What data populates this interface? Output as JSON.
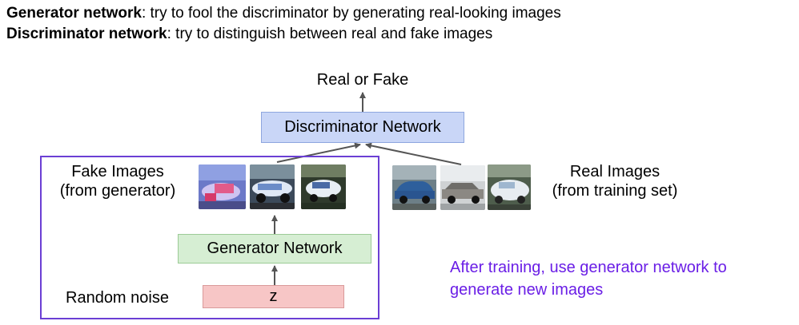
{
  "header": {
    "line1_bold": "Generator network",
    "line1_rest": ": try to fool the discriminator by generating real-looking images",
    "line2_bold": "Discriminator network",
    "line2_rest": ": try to distinguish between real and fake images"
  },
  "diagram": {
    "output_label": "Real or Fake",
    "discriminator_label": "Discriminator Network",
    "fake_images_line1": "Fake Images",
    "fake_images_line2": "(from generator)",
    "real_images_line1": "Real Images",
    "real_images_line2": "(from training set)",
    "generator_label": "Generator Network",
    "noise_label": "Random noise",
    "z_label": "z",
    "after_training_line1": "After training, use generator network to",
    "after_training_line2": "generate new images"
  },
  "colors": {
    "discriminator_fill": "#c9d6f7",
    "generator_fill": "#d6eed3",
    "noise_fill": "#f7c6c6",
    "frame_border": "#6b3fd4",
    "note_text": "#6a1ee6"
  },
  "images": {
    "fake": [
      "fake-image-1",
      "fake-image-2",
      "fake-image-3"
    ],
    "real": [
      "real-car-blue",
      "real-car-sedan",
      "real-car-white"
    ]
  }
}
